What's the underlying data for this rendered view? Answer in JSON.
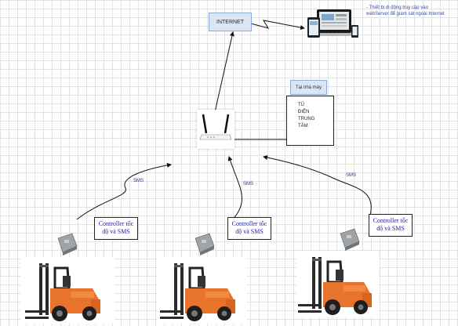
{
  "internet_label": "INTERNET",
  "note_text": "- Thiết bị di động truy cập vào webServer để giám sát ngoài Internet",
  "site_label": "Tại nhà máy",
  "cabinet_lines": [
    "TỦ",
    "ĐIỆN",
    "TRUNG",
    "TÂM"
  ],
  "controllers": [
    {
      "label": "Controller tốc độ và SMS"
    },
    {
      "label": "Controller tốc độ và SMS"
    },
    {
      "label": "Controller tốc độ và SMS"
    }
  ],
  "sms_labels": [
    "SMS",
    "SMS",
    "SMS"
  ],
  "colors": {
    "forklift_body": "#e8742c",
    "label_box_fill": "#dce6f2",
    "text_blue": "#1a1ab0"
  },
  "icons": [
    "router-icon",
    "devices-icon",
    "controller-icon",
    "forklift-icon"
  ]
}
